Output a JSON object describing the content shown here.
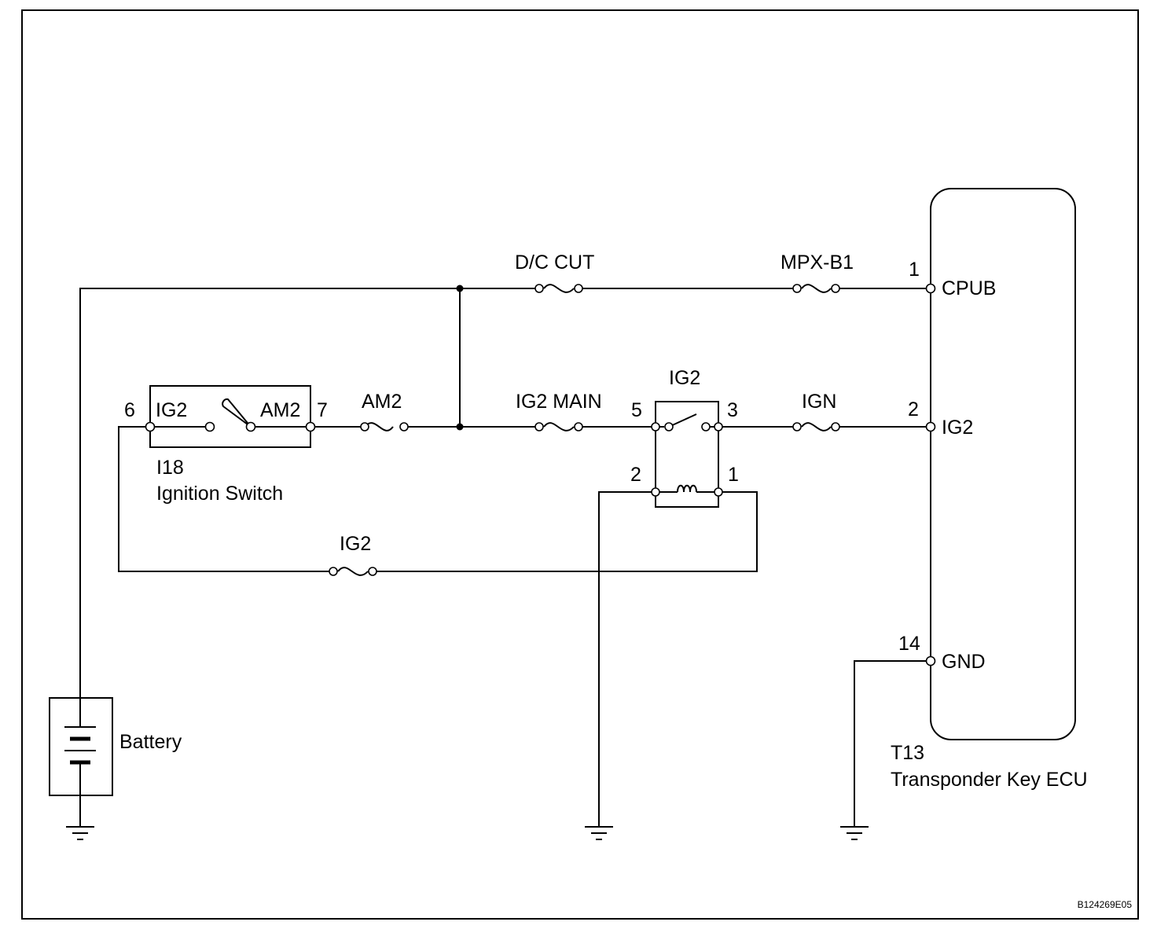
{
  "battery": {
    "label": "Battery"
  },
  "ignition_switch": {
    "code": "I18",
    "name": "Ignition Switch",
    "pin_left": "6",
    "pin_left_name": "IG2",
    "pin_right": "7",
    "pin_right_name": "AM2"
  },
  "fuses": {
    "am2": "AM2",
    "dc_cut": "D/C CUT",
    "mpx_b1": "MPX-B1",
    "ig2_main": "IG2 MAIN",
    "ign": "IGN",
    "ig2": "IG2"
  },
  "relay": {
    "label": "IG2",
    "pin5": "5",
    "pin3": "3",
    "pin2": "2",
    "pin1": "1"
  },
  "ecu": {
    "code": "T13",
    "name": "Transponder Key ECU",
    "pins": [
      {
        "num": "1",
        "name": "CPUB"
      },
      {
        "num": "2",
        "name": "IG2"
      },
      {
        "num": "14",
        "name": "GND"
      }
    ]
  },
  "figure_code": "B124269E05"
}
